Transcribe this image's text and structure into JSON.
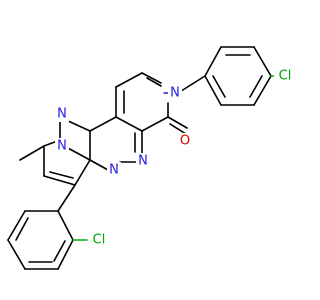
{
  "molecule": {
    "atoms": {
      "n_top": {
        "symbol": "N",
        "color": "#2020e0"
      },
      "n_pyrazole_a": {
        "symbol": "N",
        "color": "#2020e0"
      },
      "n_pyrazole_b": {
        "symbol": "N",
        "color": "#2020e0"
      },
      "n_triazine_a": {
        "symbol": "N",
        "color": "#2020e0"
      },
      "n_triazine_b": {
        "symbol": "N",
        "color": "#2020e0"
      },
      "o_carbonyl": {
        "symbol": "O",
        "color": "#e00000"
      },
      "cl_top": {
        "symbol": "Cl",
        "color": "#00a000"
      },
      "cl_bottom": {
        "symbol": "Cl",
        "color": "#00a000"
      }
    }
  }
}
